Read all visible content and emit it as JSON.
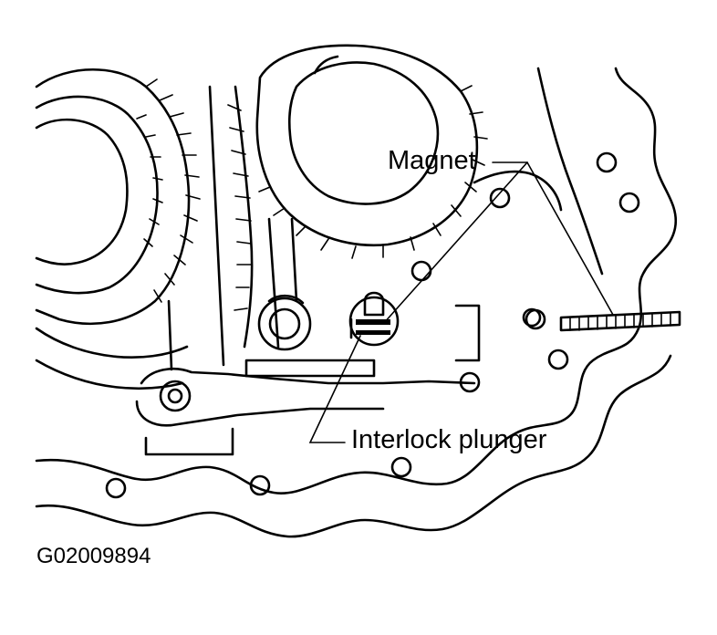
{
  "callouts": {
    "magnet": "Magnet",
    "interlock_plunger": "Interlock plunger"
  },
  "figure_code": "G02009894",
  "colors": {
    "ink": "#000000",
    "paper": "#ffffff"
  }
}
